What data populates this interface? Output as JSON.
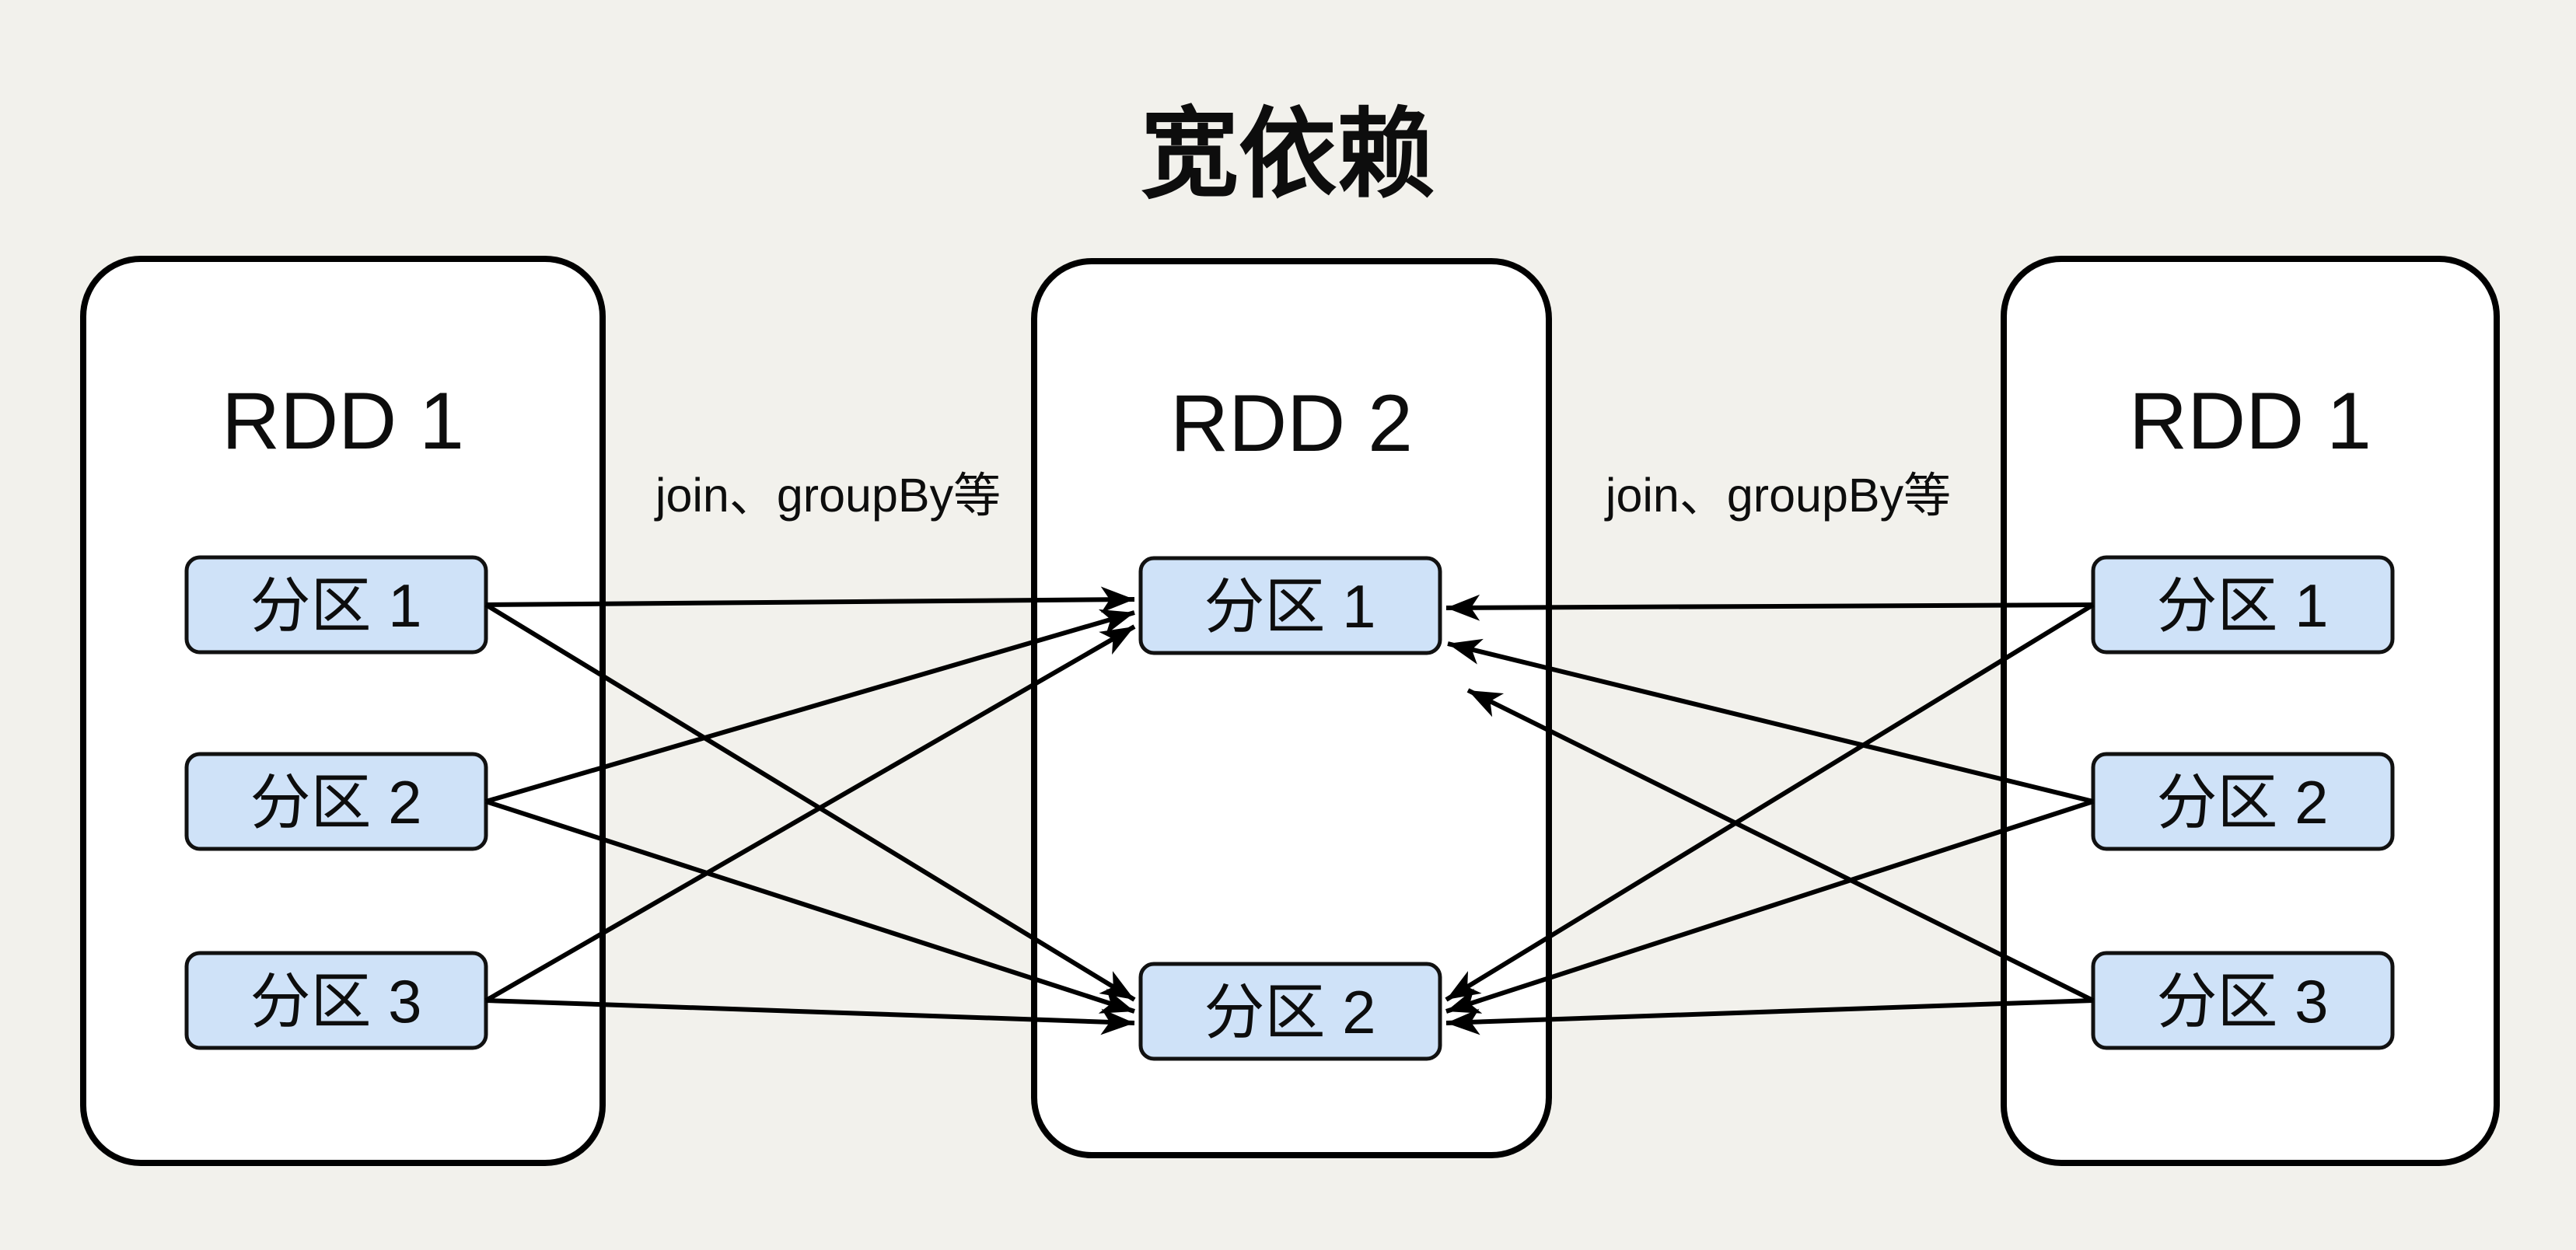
{
  "title": "宽依赖",
  "colors": {
    "background": "#f2f1ec",
    "rdd_fill": "#ffffff",
    "rdd_stroke": "#000000",
    "partition_fill": "#cfe2f8",
    "partition_stroke": "#111111",
    "arrow": "#000000",
    "text": "#0d0d0d"
  },
  "rdds": [
    {
      "id": "rdd-left",
      "label": "RDD 1",
      "partitions": [
        "分区 1",
        "分区 2",
        "分区 3"
      ]
    },
    {
      "id": "rdd-middle",
      "label": "RDD 2",
      "partitions": [
        "分区 1",
        "分区 2"
      ]
    },
    {
      "id": "rdd-right",
      "label": "RDD 1",
      "partitions": [
        "分区 1",
        "分区 2",
        "分区 3"
      ]
    }
  ],
  "operations": [
    {
      "label": "join、groupBy等",
      "position": "between-left-and-middle"
    },
    {
      "label": "join、groupBy等",
      "position": "between-middle-and-right"
    }
  ],
  "edges": [
    {
      "from": {
        "rdd": 0,
        "partition": 0
      },
      "to": {
        "rdd": 1,
        "partition": 0
      }
    },
    {
      "from": {
        "rdd": 0,
        "partition": 1
      },
      "to": {
        "rdd": 1,
        "partition": 0
      }
    },
    {
      "from": {
        "rdd": 0,
        "partition": 2
      },
      "to": {
        "rdd": 1,
        "partition": 0
      }
    },
    {
      "from": {
        "rdd": 0,
        "partition": 0
      },
      "to": {
        "rdd": 1,
        "partition": 1
      }
    },
    {
      "from": {
        "rdd": 0,
        "partition": 1
      },
      "to": {
        "rdd": 1,
        "partition": 1
      }
    },
    {
      "from": {
        "rdd": 0,
        "partition": 2
      },
      "to": {
        "rdd": 1,
        "partition": 1
      }
    },
    {
      "from": {
        "rdd": 2,
        "partition": 0
      },
      "to": {
        "rdd": 1,
        "partition": 0
      }
    },
    {
      "from": {
        "rdd": 2,
        "partition": 1
      },
      "to": {
        "rdd": 1,
        "partition": 0
      }
    },
    {
      "from": {
        "rdd": 2,
        "partition": 2
      },
      "to": {
        "rdd": 1,
        "partition": 0
      }
    },
    {
      "from": {
        "rdd": 2,
        "partition": 0
      },
      "to": {
        "rdd": 1,
        "partition": 1
      }
    },
    {
      "from": {
        "rdd": 2,
        "partition": 1
      },
      "to": {
        "rdd": 1,
        "partition": 1
      }
    },
    {
      "from": {
        "rdd": 2,
        "partition": 2
      },
      "to": {
        "rdd": 1,
        "partition": 1
      }
    }
  ]
}
